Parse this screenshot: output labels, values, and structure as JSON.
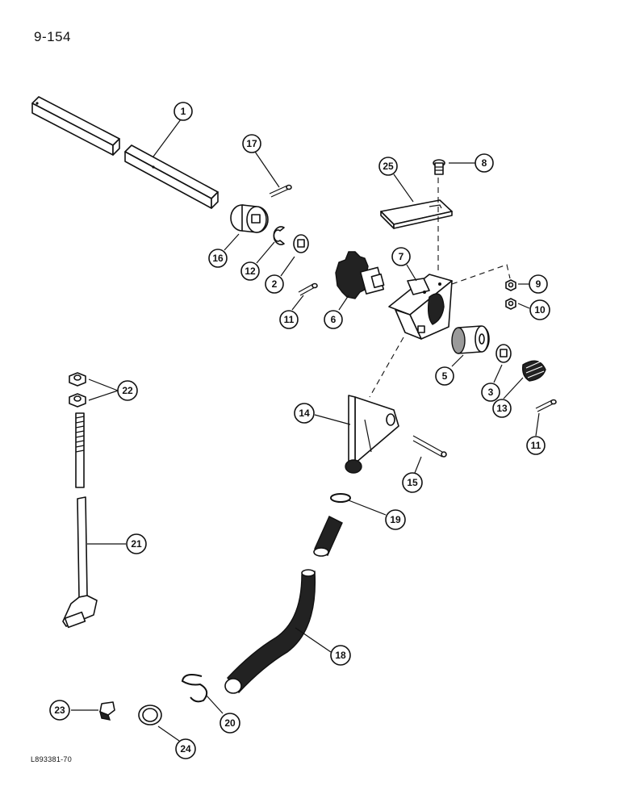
{
  "page": {
    "number": "9-154",
    "figure_code": "L893381-70"
  },
  "callouts": [
    {
      "id": "c1",
      "label": "1"
    },
    {
      "id": "c17",
      "label": "17"
    },
    {
      "id": "c25",
      "label": "25"
    },
    {
      "id": "c8",
      "label": "8"
    },
    {
      "id": "c16",
      "label": "16"
    },
    {
      "id": "c12",
      "label": "12"
    },
    {
      "id": "c2a",
      "label": "2"
    },
    {
      "id": "c7",
      "label": "7"
    },
    {
      "id": "c9",
      "label": "9"
    },
    {
      "id": "c10",
      "label": "10"
    },
    {
      "id": "c11a",
      "label": "11"
    },
    {
      "id": "c6",
      "label": "6"
    },
    {
      "id": "c5",
      "label": "5"
    },
    {
      "id": "c3",
      "label": "3"
    },
    {
      "id": "c13",
      "label": "13"
    },
    {
      "id": "c22",
      "label": "22"
    },
    {
      "id": "c14",
      "label": "14"
    },
    {
      "id": "c11b",
      "label": "11"
    },
    {
      "id": "c15",
      "label": "15"
    },
    {
      "id": "c19",
      "label": "19"
    },
    {
      "id": "c21",
      "label": "21"
    },
    {
      "id": "c18",
      "label": "18"
    },
    {
      "id": "c23",
      "label": "23"
    },
    {
      "id": "c20",
      "label": "20"
    },
    {
      "id": "c24",
      "label": "24"
    }
  ]
}
